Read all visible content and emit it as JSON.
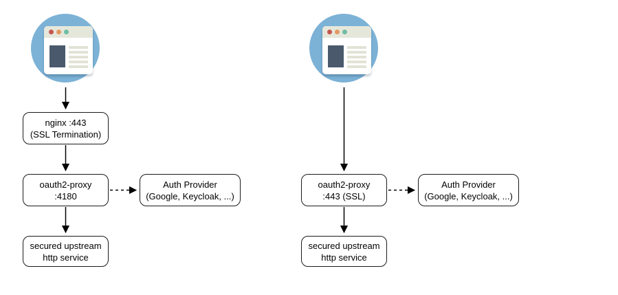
{
  "diagrams": [
    {
      "name": "nginx-ssl-termination-flow",
      "browser_icon": "browser-icon",
      "nodes": {
        "nginx": {
          "line1": "nginx :443",
          "line2": "(SSL Termination)"
        },
        "proxy": {
          "line1": "oauth2-proxy",
          "line2": ":4180"
        },
        "auth": {
          "line1": "Auth Provider",
          "line2": "(Google, Keycloak, ...)"
        },
        "upstream": {
          "line1": "secured upstream",
          "line2": "http service"
        }
      }
    },
    {
      "name": "oauth2-proxy-ssl-flow",
      "browser_icon": "browser-icon",
      "nodes": {
        "proxy": {
          "line1": "oauth2-proxy",
          "line2": ":443 (SSL)"
        },
        "auth": {
          "line1": "Auth Provider",
          "line2": "(Google, Keycloak, ...)"
        },
        "upstream": {
          "line1": "secured upstream",
          "line2": "http service"
        }
      }
    }
  ],
  "colors": {
    "browser_circle": "#7CB2D6",
    "browser_chrome": "#E6E7DB",
    "dot_red": "#C4574F",
    "dot_orange": "#E29A63",
    "dot_teal": "#6FBDA4",
    "content_thumb": "#4A5A6C",
    "content_lines": "#E2E3D6",
    "box_fill": "#FFFFFF",
    "box_border": "#1A1A1A",
    "arrow": "#000000",
    "background": "#FFFFFF"
  }
}
